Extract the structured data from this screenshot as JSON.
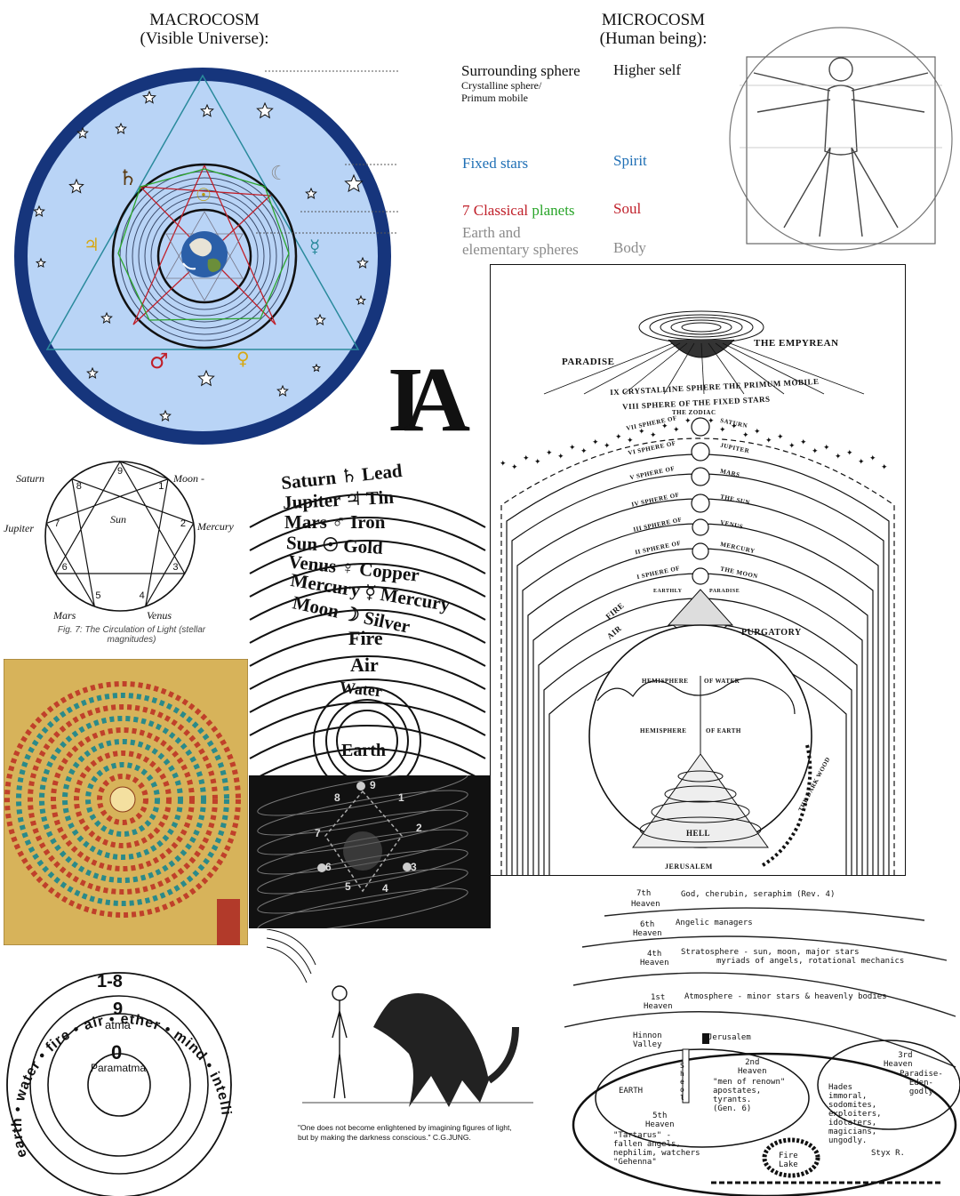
{
  "macro": {
    "title": "MACROCOSM",
    "subtitle": "(Visible Universe):"
  },
  "micro": {
    "title": "MICROCOSM",
    "subtitle": "(Human being):"
  },
  "correspondences": [
    {
      "macro": "Surrounding sphere",
      "macro_note": "Crystalline sphere/\nPrimum mobile",
      "micro": "Higher self",
      "color": "#111111"
    },
    {
      "macro": "Fixed stars",
      "micro": "Spirit",
      "color": "#1f6fb5"
    },
    {
      "macro_a": "7 Classical",
      "macro_b": "planets",
      "micro": "Soul",
      "color_a": "#c0202a",
      "color_b": "#2aa52a"
    },
    {
      "macro": "Earth and\nelementary spheres",
      "micro": "Body",
      "color": "#8a8a8a"
    }
  ],
  "colors": {
    "sky": "#b9d4f6",
    "ring": "#16357c",
    "dots": "#555555",
    "fixed_stars": "#1f6fb5",
    "planets": "#c0202a",
    "planets_green": "#2aa52a",
    "earth": "#8a8a8a",
    "monogram": "#111111"
  },
  "planet_symbols": [
    "♄",
    "☾",
    "♃",
    "☿",
    "♂",
    "♀",
    "☉"
  ],
  "enneagram": {
    "labels": [
      "Saturn",
      "Moon -",
      "Jupiter",
      "Sun",
      "Mercury",
      "Mars",
      "Venus"
    ],
    "numbers": [
      "9",
      "8",
      "7",
      "6",
      "5",
      "4",
      "3",
      "2",
      "1"
    ],
    "caption": "Fig. 7: The Circulation of Light (stellar\nmagnitudes)"
  },
  "metals": {
    "rows": [
      {
        "planet": "Saturn",
        "symbol": "♄",
        "metal": "Lead"
      },
      {
        "planet": "Jupiter",
        "symbol": "♃",
        "metal": "Tin"
      },
      {
        "planet": "Mars",
        "symbol": "♂",
        "metal": "Iron"
      },
      {
        "planet": "Sun",
        "symbol": "☉",
        "metal": "Gold"
      },
      {
        "planet": "Venus",
        "symbol": "♀",
        "metal": "Copper"
      },
      {
        "planet": "Mercury",
        "symbol": "☿",
        "metal": "Mercury"
      },
      {
        "planet": "Moon",
        "symbol": "☽",
        "metal": "Silver"
      }
    ],
    "elements": [
      "Fire",
      "Air",
      "Water",
      "Earth"
    ]
  },
  "dante": {
    "empyrean": "THE EMPYREAN",
    "paradise": "PARADISE",
    "crystalline": "IX CRYSTALLINE SPHERE  THE PRIMUM MOBILE",
    "fixed": "VIII SPHERE OF THE FIXED STARS",
    "zodiac": "THE ZODIAC",
    "spheres": [
      {
        "left": "VII SPHERE OF",
        "right": "SATURN"
      },
      {
        "left": "VI SPHERE OF",
        "right": "JUPITER"
      },
      {
        "left": "V SPHERE OF",
        "right": "MARS"
      },
      {
        "left": "IV SPHERE OF",
        "right": "THE SUN"
      },
      {
        "left": "III SPHERE OF",
        "right": "VENUS"
      },
      {
        "left": "II SPHERE OF",
        "right": "MERCURY"
      },
      {
        "left": "I SPHERE OF",
        "right": "THE MOON"
      }
    ],
    "earthly": "EARTHLY",
    "paradise_small": "PARADISE",
    "fire": "FIRE",
    "air": "AIR",
    "purgatory": "PURGATORY",
    "hemi_water_a": "HEMISPHERE",
    "hemi_water_b": "OF WATER",
    "hemi_earth_a": "HEMISPHERE",
    "hemi_earth_b": "OF EARTH",
    "dark_wood": "THE DARK WOOD",
    "hell": "HELL",
    "jerusalem": "JERUSALEM"
  },
  "spiral_numbers": [
    "9",
    "8",
    "1",
    "7",
    "2",
    "6",
    "3",
    "5",
    "4"
  ],
  "atma": {
    "arc": "earth • water • fire • air • ether • mind • intelligence • ego",
    "range": "1-8",
    "nine": "9",
    "atma": "atma",
    "zero": "0",
    "paramatma": "Paramatma"
  },
  "quote": "\"One does not become enlightened by imagining figures of light,\nbut by making the darkness conscious.\" C.G.JUNG.",
  "heavens": {
    "h7a": "7th",
    "h7b": "Heaven",
    "h7t": "God, cherubin, seraphim (Rev. 4)",
    "h6a": "6th",
    "h6b": "Heaven",
    "h6t": "Angelic managers",
    "h4a": "4th",
    "h4b": "Heaven",
    "h4t1": "Stratosphere - sun, moon, major stars",
    "h4t2": "myriads of angels, rotational mechanics",
    "h1a": "1st",
    "h1b": "Heaven",
    "h1t": "Atmosphere - minor stars & heavenly bodies",
    "hinnom": "Hinnon\nValley",
    "jerusalem": "Jerusalem",
    "sheol": "S\nh\ne\no\nl",
    "earth": "EARTH",
    "h2": "2nd\nHeaven",
    "h2t": "\"men of renown\"\napostates,\ntyrants.\n(Gen. 6)",
    "h5": "5th\nHeaven",
    "h5t": "\"Tartarus\" -\nfallen angels,\nnephilim, watchers\n\"Gehenna\"",
    "fire_lake": "Fire\nLake",
    "h3": "3rd\nHeaven",
    "paradise": "Paradise-\nEden-\ngodly",
    "hades": "Hades\nimmoral,\nsodomites,\nexploiters,\nidolaters,\nmagicians,\nungodly.",
    "styx": "Styx R."
  }
}
